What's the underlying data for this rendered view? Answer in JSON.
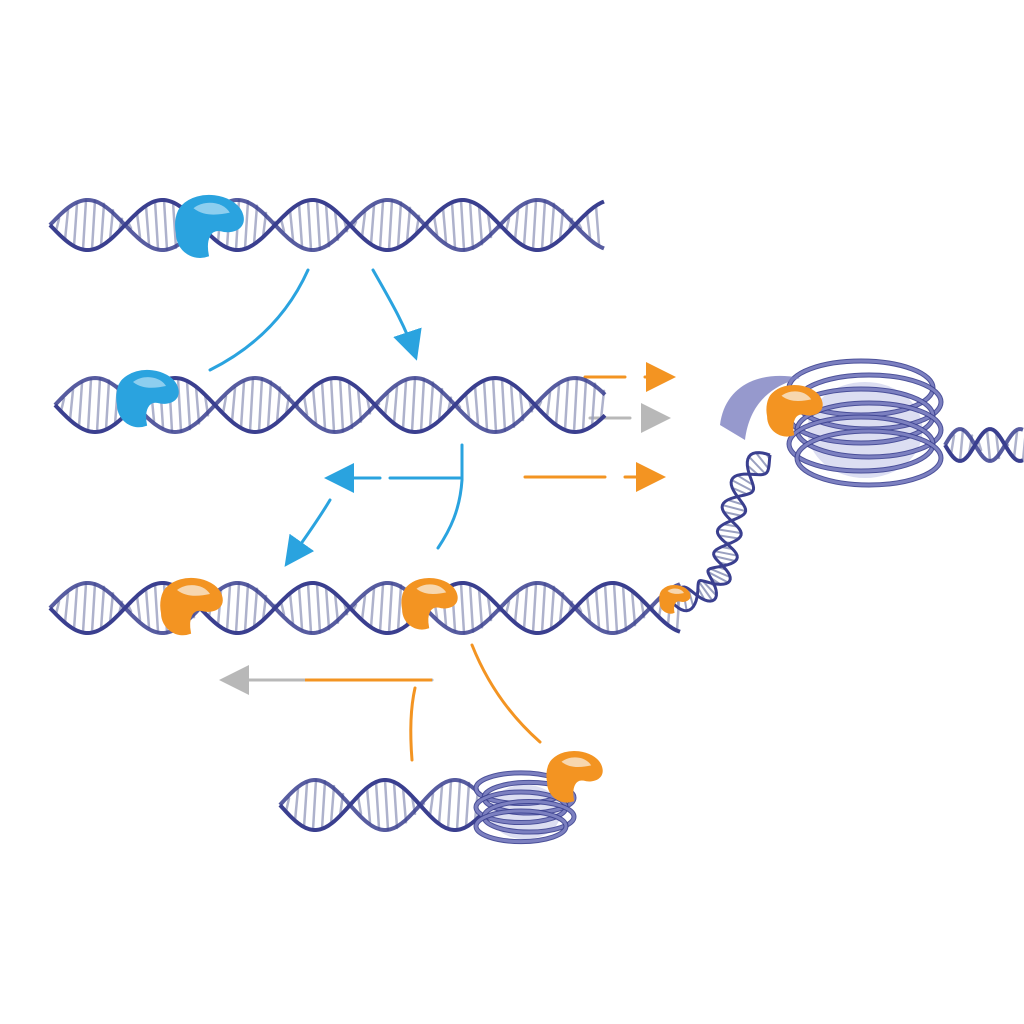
{
  "colors": {
    "background": "#ffffff",
    "dna_strand": "#3a3f8f",
    "dna_rung": "#9aa0c0",
    "dna_rung_orange": "#e8912a",
    "blue_protein": "#2aa3df",
    "blue_protein_highlight": "#9fd6f2",
    "orange_protein": "#f39422",
    "orange_protein_highlight": "#f7e3c8",
    "nucleosome": "#7c80c0",
    "nucleosome_light": "#c5c8ea",
    "arrow_blue": "#2aa3df",
    "arrow_orange": "#f39422",
    "arrow_gray": "#b8b8b8"
  },
  "elements": {
    "helices": [
      "helix-row-1",
      "helix-row-2",
      "helix-row-3",
      "helix-row-4",
      "helix-curved",
      "helix-right"
    ],
    "proteins": [
      "blue",
      "blue",
      "orange",
      "orange",
      "orange",
      "orange"
    ],
    "nucleosomes": [
      "large",
      "small"
    ]
  }
}
